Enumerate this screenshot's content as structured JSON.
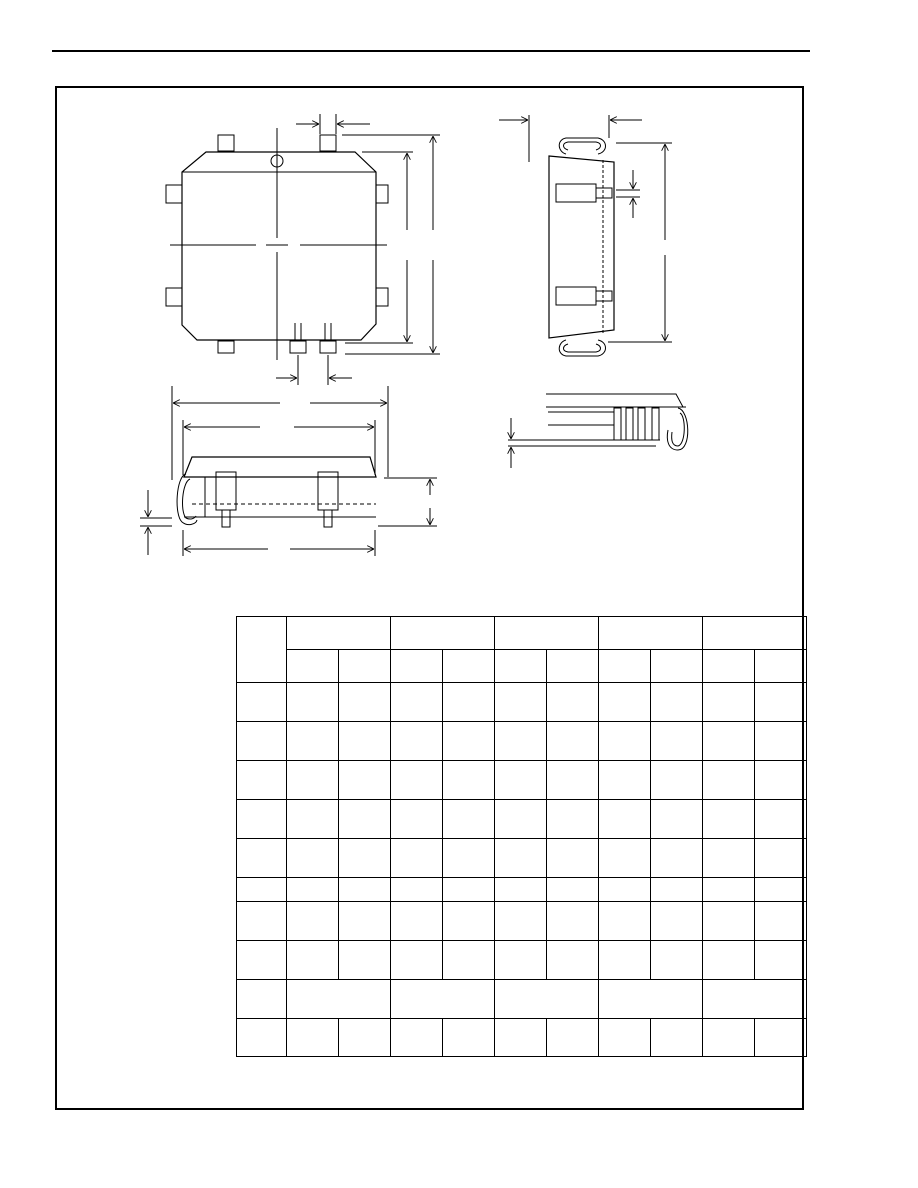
{
  "document": {
    "page_colors": {
      "background": "#ffffff",
      "ink": "#000000"
    },
    "drawings": [
      {
        "view": "top-view"
      },
      {
        "view": "side-view-right"
      },
      {
        "view": "front-view"
      },
      {
        "view": "lead-detail"
      }
    ],
    "dimension_table": {
      "header_groups": [
        "",
        "",
        "",
        "",
        ""
      ],
      "sub_headers": [
        "",
        "",
        "",
        "",
        "",
        "",
        "",
        "",
        "",
        ""
      ],
      "rows": [
        {
          "label": "",
          "cells": [
            "",
            "",
            "",
            "",
            "",
            "",
            "",
            "",
            "",
            ""
          ]
        },
        {
          "label": "",
          "cells": [
            "",
            "",
            "",
            "",
            "",
            "",
            "",
            "",
            "",
            ""
          ]
        },
        {
          "label": "",
          "cells": [
            "",
            "",
            "",
            "",
            "",
            "",
            "",
            "",
            "",
            ""
          ]
        },
        {
          "label": "",
          "cells": [
            "",
            "",
            "",
            "",
            "",
            "",
            "",
            "",
            "",
            ""
          ]
        },
        {
          "label": "",
          "cells": [
            "",
            "",
            "",
            "",
            "",
            "",
            "",
            "",
            "",
            ""
          ]
        },
        {
          "label": "",
          "cells": [
            "",
            "",
            "",
            "",
            "",
            "",
            "",
            "",
            "",
            ""
          ]
        },
        {
          "label": "",
          "cells": [
            "",
            "",
            "",
            "",
            "",
            "",
            "",
            "",
            "",
            ""
          ]
        },
        {
          "label": "",
          "cells": [
            "",
            "",
            "",
            "",
            "",
            "",
            "",
            "",
            "",
            ""
          ]
        },
        {
          "label": "",
          "merged": true,
          "cells": [
            "",
            "",
            "",
            "",
            ""
          ]
        },
        {
          "label": "",
          "cells": [
            "",
            "",
            "",
            "",
            "",
            "",
            "",
            "",
            "",
            ""
          ]
        }
      ]
    }
  }
}
